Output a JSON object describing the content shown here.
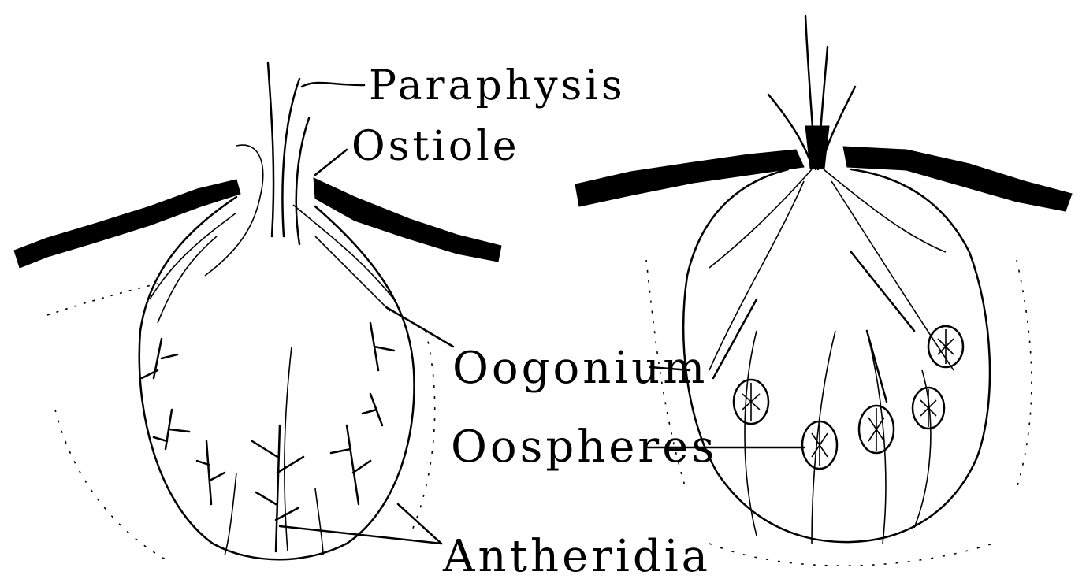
{
  "labels": {
    "paraphysis": "Paraphysis",
    "ostiole": "Ostiole",
    "oogonium": "Oogonium",
    "oospheres": "Oospheres",
    "antheridia": "Antheridia"
  },
  "colors": {
    "ink": "#000000",
    "paper": "#ffffff"
  }
}
